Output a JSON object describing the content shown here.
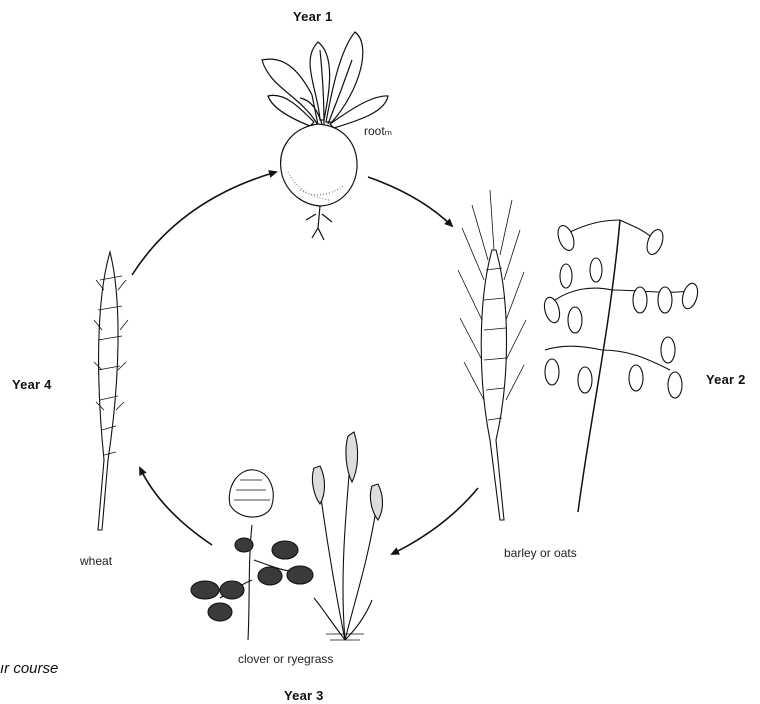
{
  "labels": {
    "year1": "Year 1",
    "year2": "Year 2",
    "year3": "Year 3",
    "year4": "Year 4",
    "root": "rootₘ",
    "barley": "barley or oats",
    "clover": "clover or ryegrass",
    "wheat": "wheat",
    "caption": "ır course"
  },
  "colors": {
    "ink": "#111111",
    "leaf": "#2b2b2b"
  },
  "illustrations": [
    "root-crop-turnip",
    "barley-ear",
    "oat-panicle",
    "clover-plant",
    "ryegrass-plant",
    "wheat-ear"
  ],
  "arrows": [
    "year1-to-year2",
    "year2-to-year3",
    "year3-to-year4",
    "year4-to-year1"
  ]
}
